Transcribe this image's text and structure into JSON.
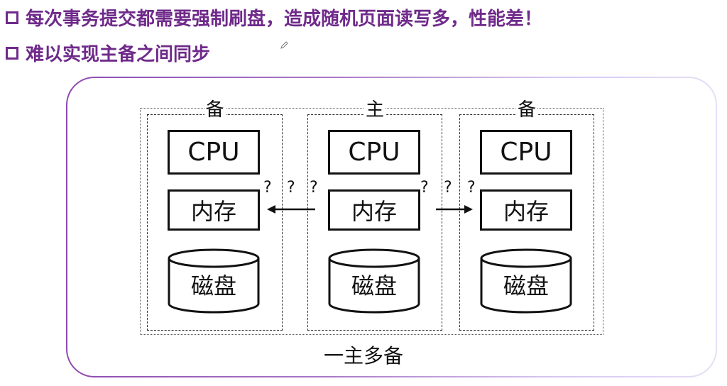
{
  "bullets": [
    {
      "icon": "hollow-square-bullet",
      "text": "每次事务提交都需要强制刷盘，造成随机页面读写多，性能差！"
    },
    {
      "icon": "hollow-square-bullet",
      "text": "难以实现主备之间同步"
    }
  ],
  "colors": {
    "bullet_text": "#6f2a8a",
    "frame_border_start": "#8e4bb0",
    "frame_border_end": "#e6def8"
  },
  "diagram": {
    "nodes": [
      {
        "role": "备",
        "cpu": "CPU",
        "memory": "内存",
        "disk": "磁盘"
      },
      {
        "role": "主",
        "cpu": "CPU",
        "memory": "内存",
        "disk": "磁盘"
      },
      {
        "role": "备",
        "cpu": "CPU",
        "memory": "内存",
        "disk": "磁盘"
      }
    ],
    "links": [
      {
        "direction": "master-to-left-standby",
        "marks": [
          "?",
          "?",
          "?"
        ]
      },
      {
        "direction": "master-to-right-standby",
        "marks": [
          "?",
          "?",
          "?"
        ]
      }
    ],
    "caption": "一主多备"
  }
}
